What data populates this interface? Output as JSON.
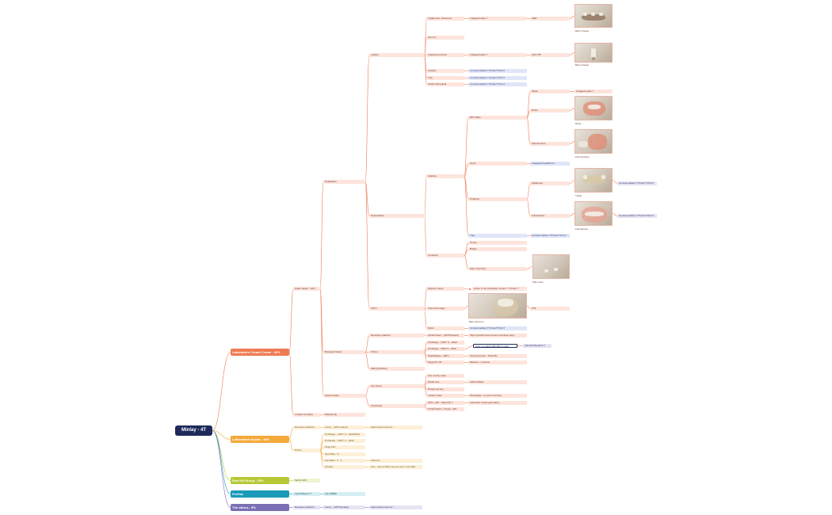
{
  "colors": {
    "root": "#1e2a5a",
    "laboratoire_cream": "#f07a52",
    "laboratoire_arpeat": "#f5a93a",
    "dent_all": "#b5c935",
    "profab": "#1a9ab8",
    "the_others": "#7a6fb5"
  },
  "root": {
    "label": "Minlay - 4T"
  },
  "branches": {
    "cream": {
      "label": "Laboratoire Cream Cream - 40%"
    },
    "arpeat": {
      "label": "Laboratoire Arpeat - 40%"
    },
    "dentall": {
      "label": "Dent All Group - 15%"
    },
    "profab": {
      "label": "ProFab"
    },
    "others": {
      "label": "The others - 5%"
    }
  },
  "cream": {
    "head_master": "Head master - 40%",
    "lwritten": "L-letters semaine",
    "lwritten_child": "Dileabondy",
    "realisation": "Realisation",
    "business_model": "Business Model",
    "opportunities": "Opportunities",
    "implant": "Implant",
    "restauration": "Restauration",
    "ortho": "Ortho",
    "implant_items": {
      "i1": "Implant bar / Abutment",
      "i2": "All on X",
      "i3": "Transfered Crown",
      "i4": "Gingiva",
      "i5": "Tray",
      "i6": "Guide Chirurgical",
      "i1_child": "Fritage/Coulée ?",
      "i1_grand": "AMP",
      "i3_child": "Fritage/Coulée ?",
      "i3_grand": "UNA ?Z?",
      "i4_child": "Consommables ? Printer? Price?",
      "i5_child": "Consommables ? Printer? Price?",
      "i6_child": "Consommables ? Printer? Price?",
      "photo1_caption": "Barre Vissée ",
      "photo2_caption": "Barre Vissée "
    },
    "restauration_items": {
      "adjointe": "Adjointe",
      "conjointe": "Conjointe",
      "epc_base": "EPC Base",
      "epc_metal": "Métal",
      "epc_metal_child": "Fritage/Coulée ?",
      "epc_resin": "Resin",
      "epc_resin_caption": "Resin",
      "epc_flexi": "Flexi Denture",
      "epc_flexi_caption": "Flexi Denture",
      "teeth": "Teeth",
      "teeth_child": "Fritage/Printed/Price?",
      "prothese": "Prothèse",
      "prot_stellite": "Stellite/set",
      "prot_stellite_caption": "Travel",
      "prot_stellite_child": "Consommables ? Printer? Price?",
      "prot_full": "Full Denture",
      "prot_full_caption": "Full Denture",
      "prot_full_child": "Consommables ? Printer? Price?",
      "tray": "Tray",
      "tray_child": "Consommables ? Printer? Price?",
      "crown": "Crown",
      "bridge": "Bridge",
      "wax": "Wax Crwn/Tent",
      "wax_caption": "Wax Crwn"
    },
    "ortho_items": {
      "aligneur": "Aligneur Clean",
      "aligneur_child": "where is the production center ? / Printer ?",
      "thermo": "Thermoformage",
      "thermo_caption": "Bain intercom",
      "thermo_child": "AT3",
      "splint": "Splint",
      "splint_child": "Consommables ? Printer? Price?"
    },
    "business_items": {
      "reception": "Reception platform",
      "reception_child": "Portail Client - (API?Needed)",
      "reception_grand": "https://portail.cream.cream.com/login.aspx",
      "printer": "Printer",
      "p1": "ProShape - L300 * 3 - 2020",
      "p2": "ProShape - L500 *2 - 2020",
      "p2_callout": "Only to models 500-600 models",
      "p2_callout_child": "Full Arch/Sout/left ?",
      "p3": "RapidShape - 200m",
      "p3_child": "Scanning base - Stand By",
      "p4": "Mega Pro 3K",
      "p4_child": "Backore - Lunitime",
      "milling": "Milling Machine"
    },
    "opportunity_items": {
      "key": "Key topics",
      "k1": "Use cost by case",
      "k2": "Model Use",
      "k2_child": "Gillram/Mass",
      "k3": "Design service",
      "k4": "Implant Case",
      "k4_child": "BreakApps - to print tomorrow",
      "accelerate": "Accelerate",
      "a1": "CPS + API - Stand By ?",
      "a1_child": "Automatic model generation",
      "a2": "Portail Client + Cloud + API"
    }
  },
  "arpeat": {
    "reception": "Reception platform",
    "reception_child": "Imoov - (API needed)",
    "reception_grand": "https://www.imoov.fr/",
    "printer": "Printer",
    "pr1": "ProShape - L300 * 3 - 2020/2021",
    "pr2": "ProShape - L500 * 1 - 2020",
    "pr3": "Dego Flex",
    "pr4": "SprintRay * 2",
    "pr5": "Formlabs * 4 - 3",
    "pr5_child": "Stand by",
    "pr6": "Ortoflex",
    "pr6_child": "Test - end of 2020 (not yet seen in the lab)"
  },
  "dentall": {
    "child": "Sentry 200"
  },
  "profab": {
    "child": "Imprint/Export ?",
    "grand": "Info KIBER"
  },
  "others": {
    "reception": "Reception platform",
    "reception_child": "Imoov - (API?Needed)",
    "reception_grand": "https://www.imoov.fr/"
  }
}
